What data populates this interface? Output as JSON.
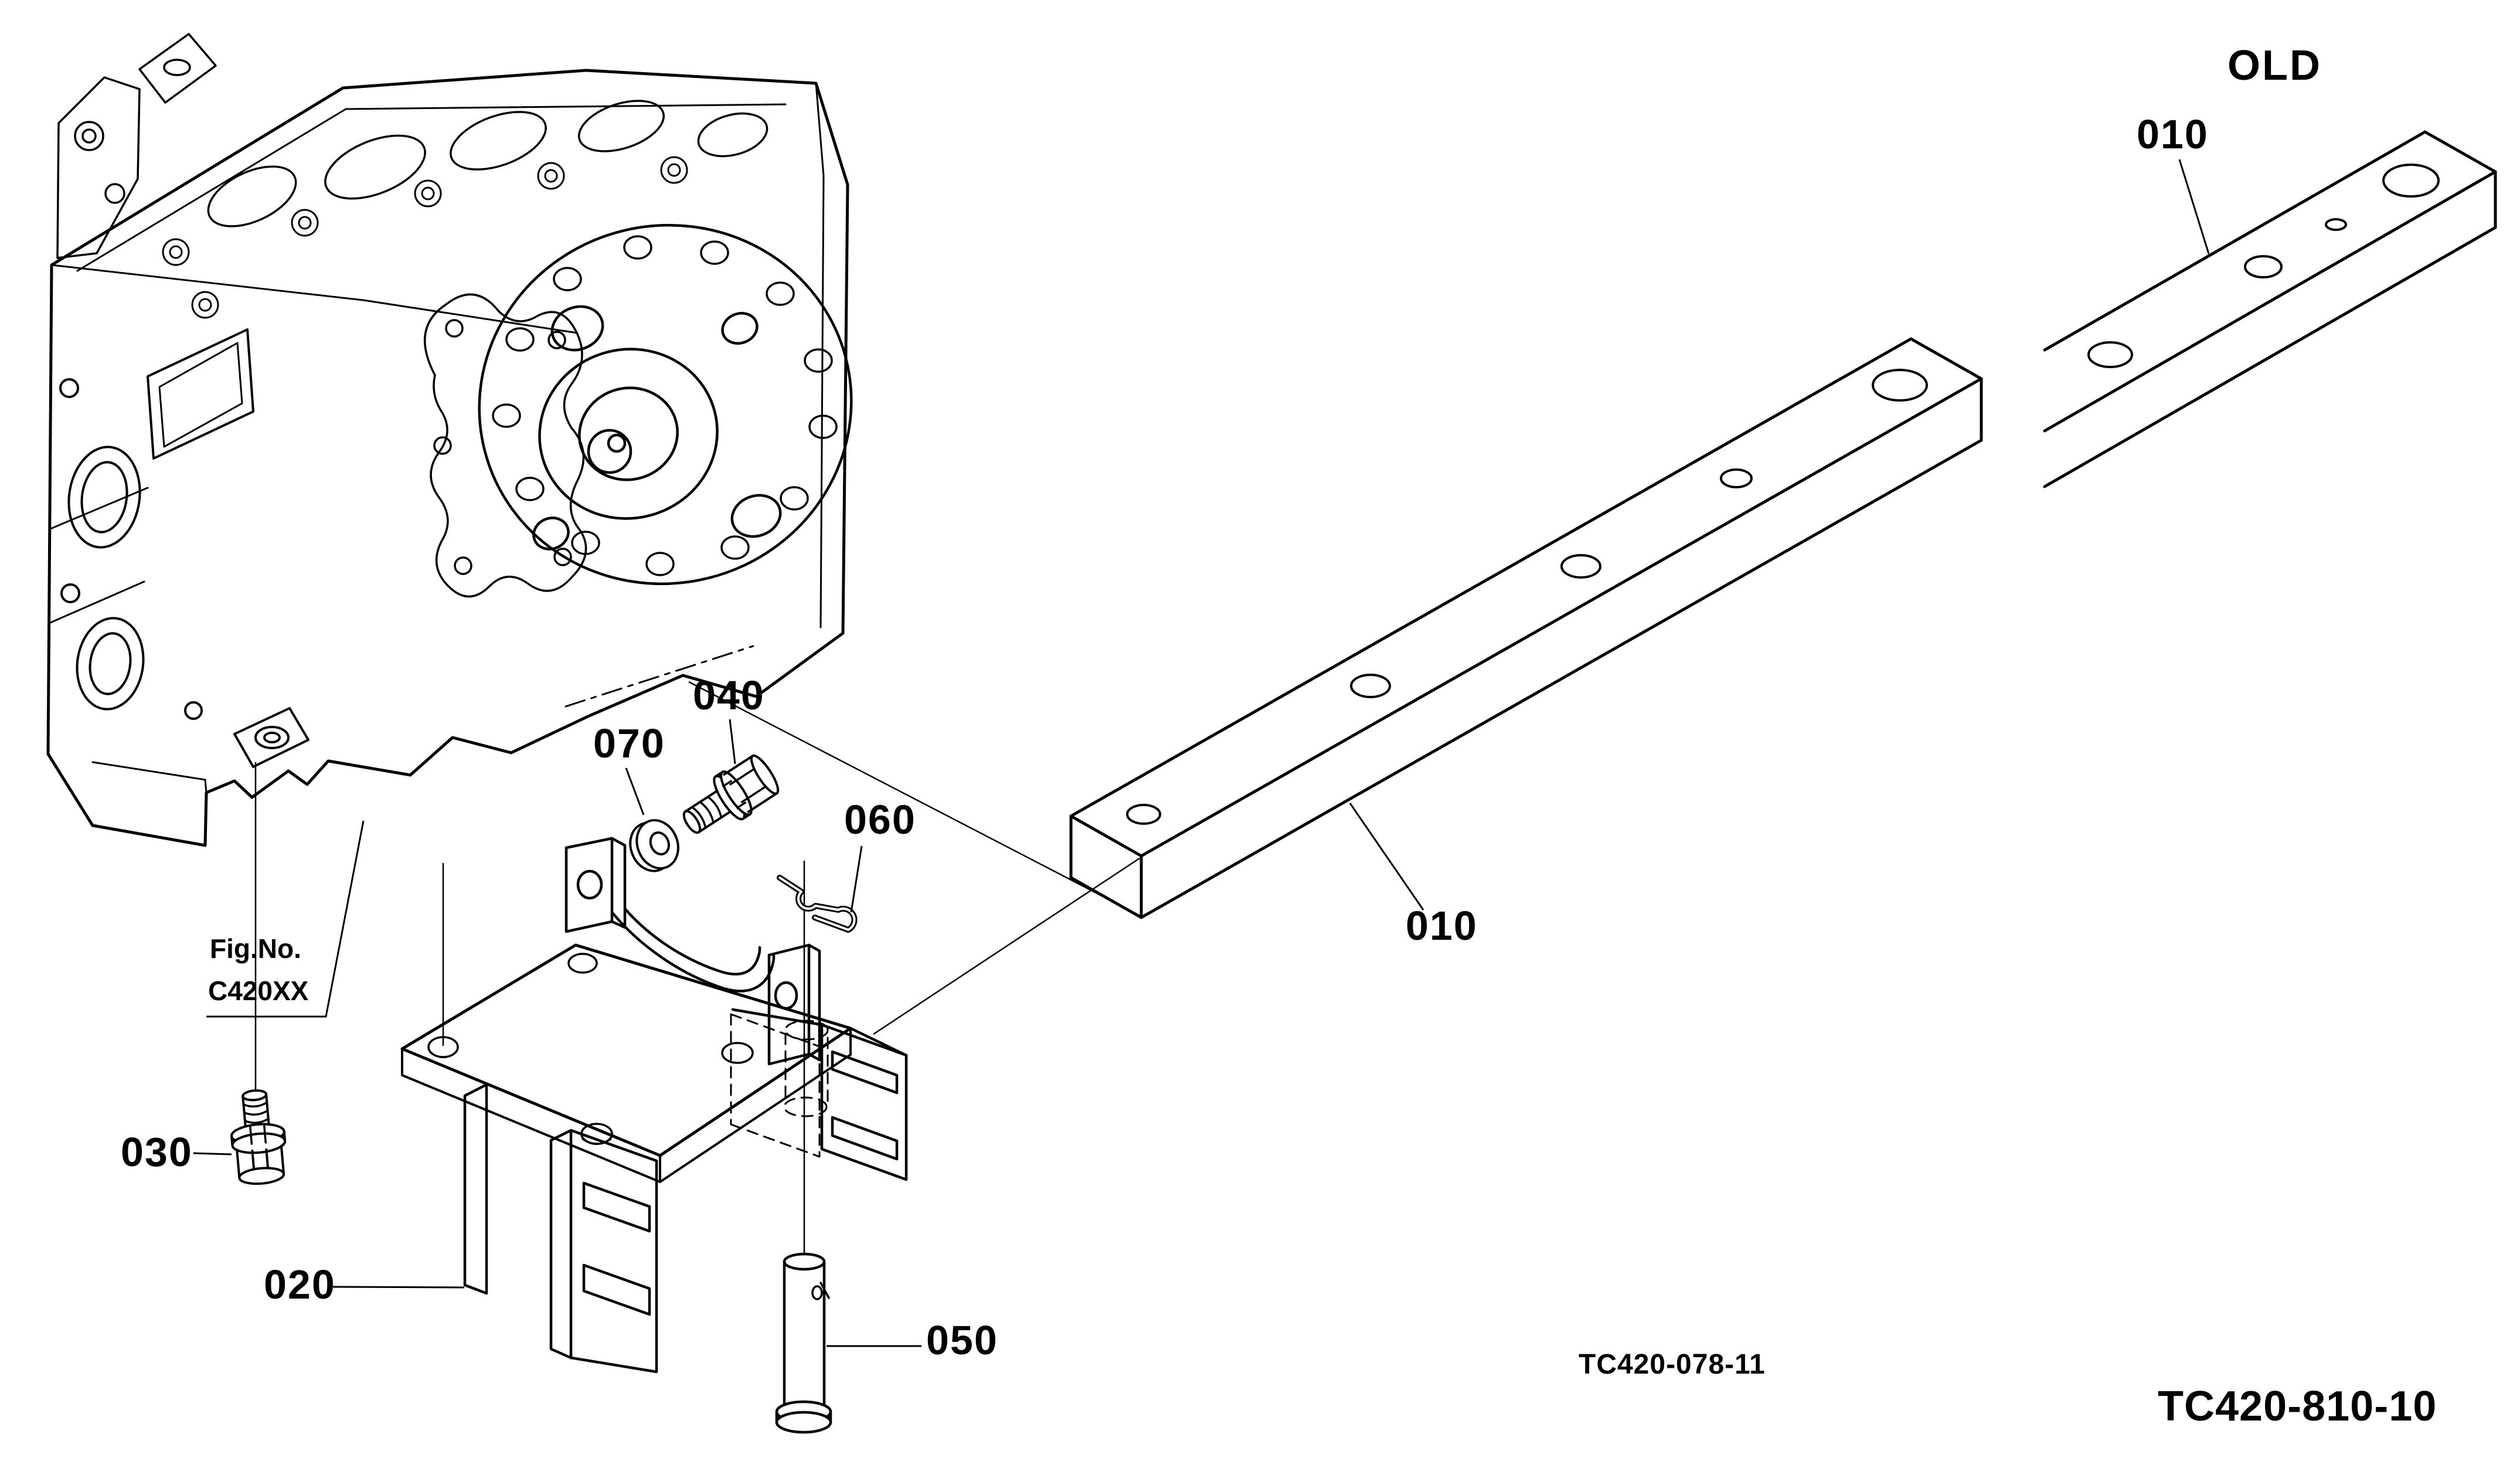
{
  "figure": {
    "old_marker": "OLD",
    "fig_no_line1": "Fig.No.",
    "fig_no_line2": "C420XX",
    "drawing_code_small": "TC420-078-11",
    "drawing_code_main": "TC420-810-10"
  },
  "labels": {
    "drawbar_old": "010",
    "drawbar_new": "010",
    "bracket": "020",
    "bolt_lower": "030",
    "bolt_upper": "040",
    "pin": "050",
    "clip": "060",
    "washer": "070"
  },
  "colors": {
    "line": "#000000",
    "background": "#ffffff"
  }
}
